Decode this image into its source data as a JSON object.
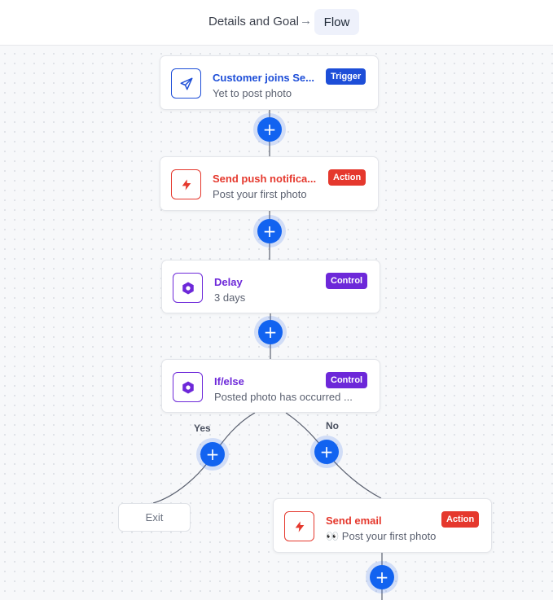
{
  "header": {
    "breadcrumb": "Details and Goal",
    "arrow": "→",
    "active_tab": "Flow"
  },
  "colors": {
    "trigger": "#1d4ed8",
    "action": "#e5382d",
    "control": "#6d28d9",
    "plus": "#1263f0"
  },
  "nodes": [
    {
      "title": "Customer joins Se...",
      "subtitle": "Yet to post photo",
      "badge": "Trigger",
      "icon": "send-icon"
    },
    {
      "title": "Send push notifica...",
      "subtitle": "Post your first photo",
      "badge": "Action",
      "icon": "lightning-icon"
    },
    {
      "title": "Delay",
      "subtitle": "3 days",
      "badge": "Control",
      "icon": "hexagon-icon"
    },
    {
      "title": "If/else",
      "subtitle": "Posted photo has occurred ...",
      "badge": "Control",
      "icon": "hexagon-icon"
    },
    {
      "title": "Send email",
      "subtitle": "👀 Post your first photo",
      "badge": "Action",
      "icon": "lightning-icon"
    }
  ],
  "branches": {
    "yes_label": "Yes",
    "no_label": "No",
    "exit_label": "Exit"
  },
  "add_step_symbol": "+"
}
